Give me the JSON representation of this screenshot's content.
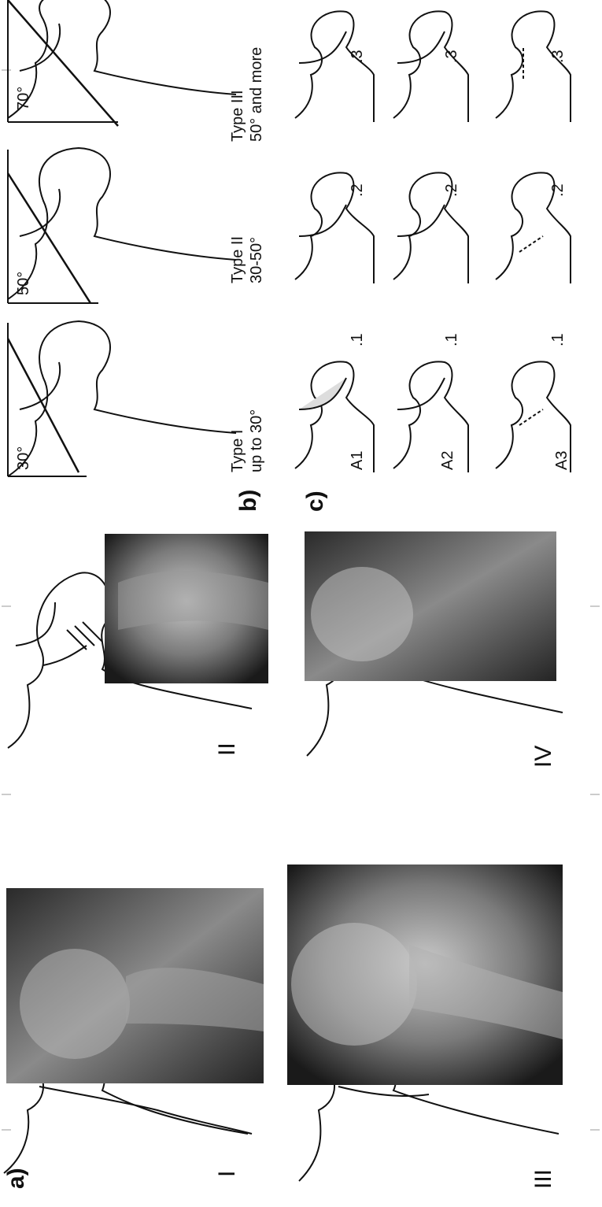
{
  "panel_labels": {
    "a": "a)",
    "b": "b)",
    "c": "c)"
  },
  "garden": {
    "labels": [
      "I",
      "II",
      "III",
      "IV"
    ],
    "icons": [
      "femur-drawing-icon",
      "xray-image"
    ]
  },
  "pauwels": {
    "angles": [
      "30°",
      "50°",
      "70°"
    ],
    "types": [
      {
        "line1": "Type I",
        "line2": "up to 30°"
      },
      {
        "line1": "Type II",
        "line2": "30-50°"
      },
      {
        "line1": "Type III",
        "line2": "50° and more"
      }
    ]
  },
  "ao": {
    "rows": [
      "A1",
      "A2",
      "A3"
    ],
    "subtypes": [
      ".1",
      ".2",
      ".3"
    ]
  },
  "colors": {
    "ink": "#111111",
    "xray_dark": "#1c1c1c",
    "xray_bone": "#bdbdbd"
  }
}
